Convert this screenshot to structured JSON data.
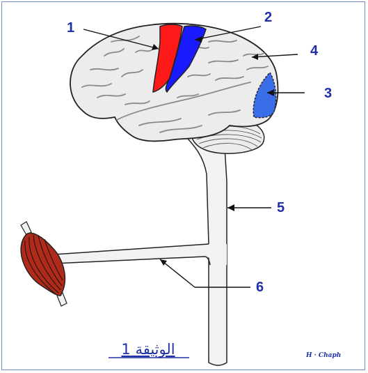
{
  "labels": {
    "l1": "1",
    "l2": "2",
    "l3": "3",
    "l4": "4",
    "l5": "5",
    "l6": "6"
  },
  "caption": "الوثيقة 1",
  "signature": "H · Chaph",
  "colors": {
    "label_text": "#1f2fa8",
    "motor_area": "#ff1a1a",
    "sensory_area": "#1a1aff",
    "visual_area": "#3a6ee8",
    "muscle": "#b02a1a",
    "frame": "#6f8fc9"
  }
}
